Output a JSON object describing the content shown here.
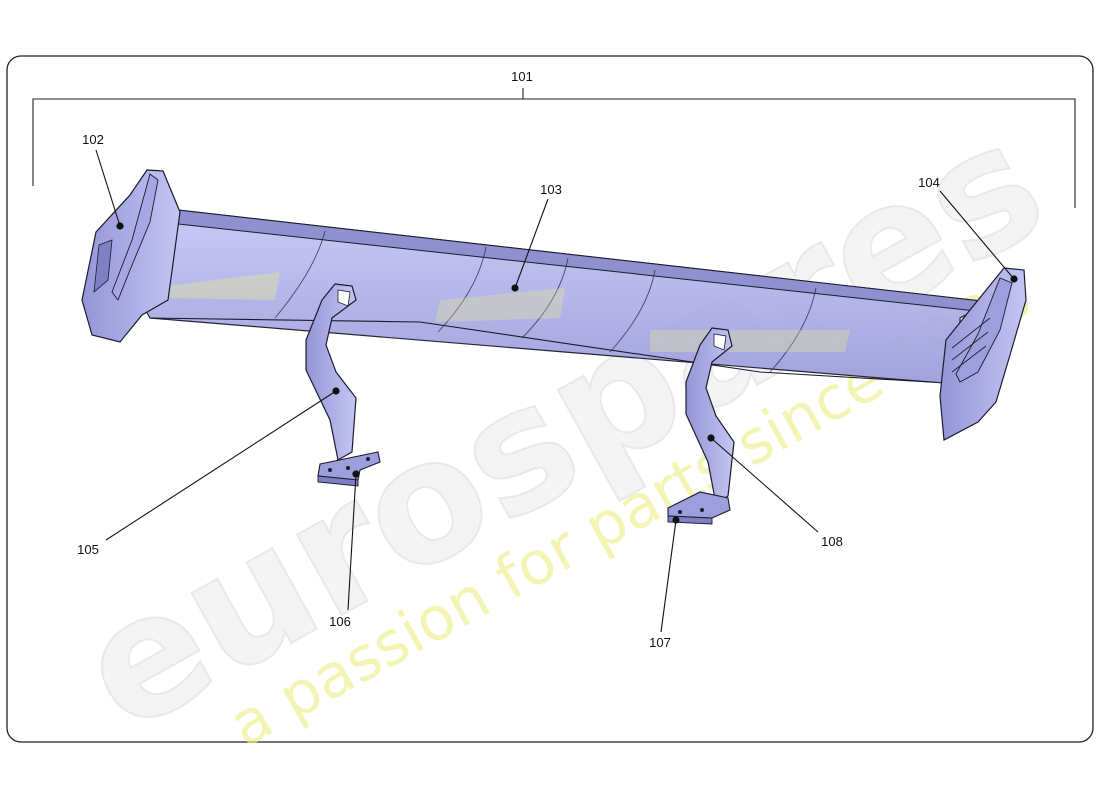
{
  "colors": {
    "part_fill": "#bcbdf0",
    "part_fill_dark": "#8f90cf",
    "outline": "#1b1b2e",
    "frame": "#222222",
    "watermark_white": "#f3f3f3",
    "watermark_yellow": "#eef08a"
  },
  "callouts": {
    "c101": "101",
    "c102": "102",
    "c103": "103",
    "c104": "104",
    "c105": "105",
    "c106": "106",
    "c107": "107",
    "c108": "108"
  },
  "watermark": {
    "brand": "eurospares",
    "tagline": "a passion for parts since 1985"
  }
}
